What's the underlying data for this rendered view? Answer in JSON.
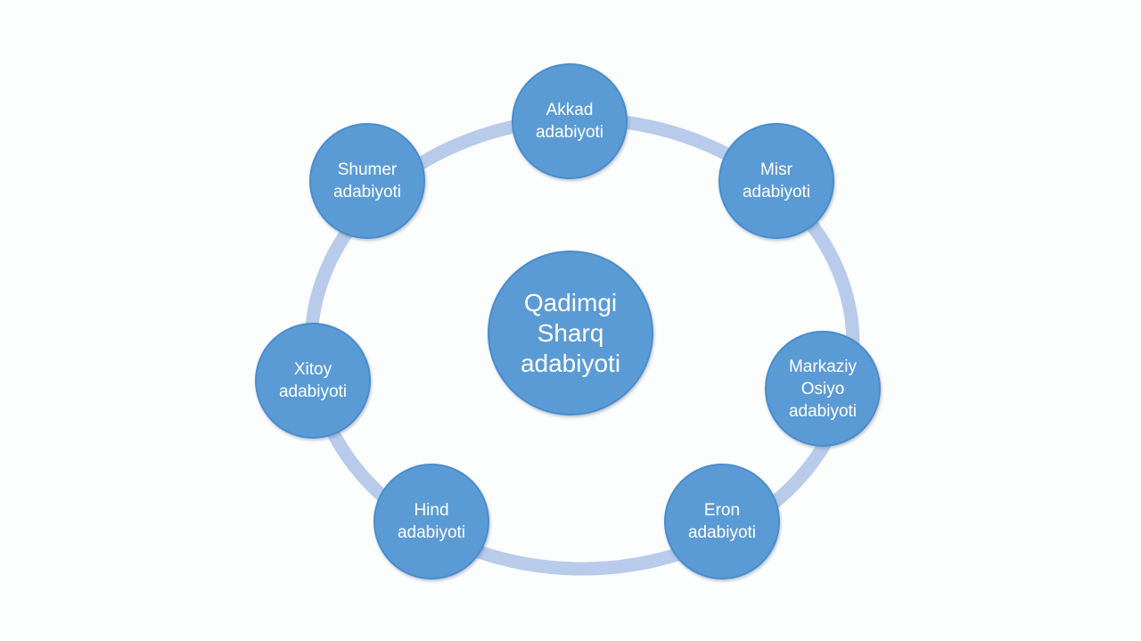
{
  "diagram": {
    "colors": {
      "node_fill": "#5b9bd5",
      "ring": "#b8cbea",
      "background": "#fcfdfd",
      "text": "#ffffff"
    },
    "center": {
      "label": "Qadimgi\nSharq\nadabiyoti"
    },
    "nodes": [
      {
        "id": "akkad",
        "label": "Akkad\nadabiyoti"
      },
      {
        "id": "misr",
        "label": "Misr\nadabiyoti"
      },
      {
        "id": "markaziy-osiyo",
        "label": "Markaziy\nOsiyo\nadabiyoti"
      },
      {
        "id": "eron",
        "label": "Eron\nadabiyoti"
      },
      {
        "id": "hind",
        "label": "Hind\nadabiyoti"
      },
      {
        "id": "xitoy",
        "label": "Xitoy\nadabiyoti"
      },
      {
        "id": "shumer",
        "label": "Shumer\nadabiyoti"
      }
    ]
  }
}
